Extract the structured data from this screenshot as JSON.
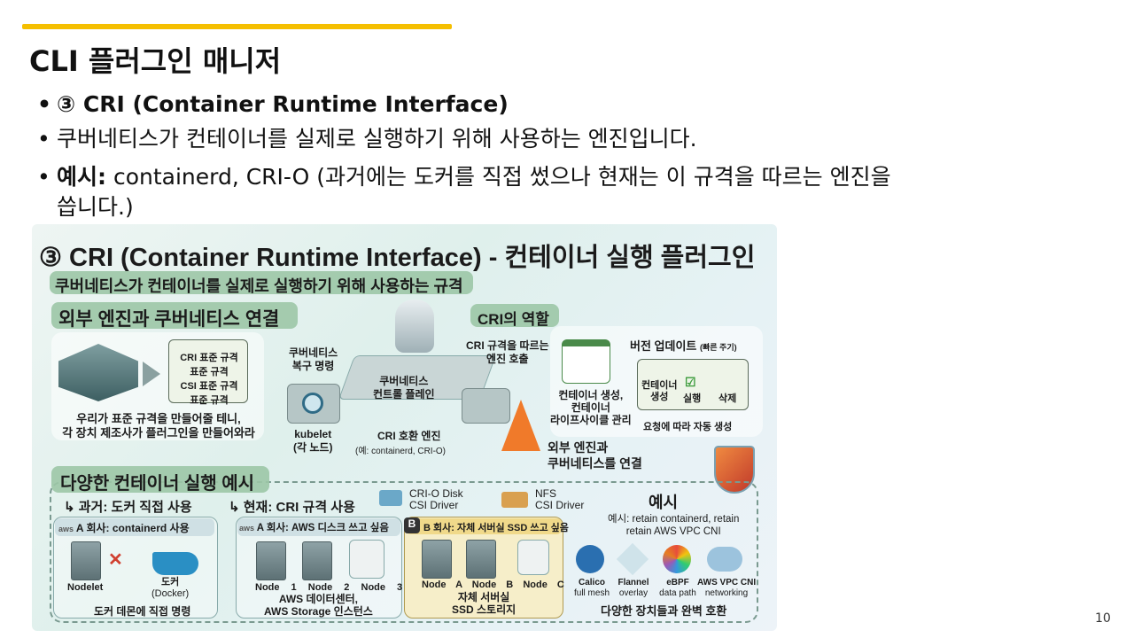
{
  "slide": {
    "title": "CLI 플러그인 매니저",
    "page_number": "10",
    "accent_color": "#f5bf00"
  },
  "bullets": [
    {
      "text": "③ CRI (Container Runtime Interface)",
      "bold": true
    },
    {
      "text": "쿠버네티스가 컨테이너를 실제로 실행하기 위해 사용하는 엔진입니다."
    },
    {
      "bold_prefix": "예시:",
      "text": " containerd, CRI-O (과거에는 도커를 직접 썼으나 현재는 이 규격을 따르는 엔진을",
      "cont": "씁니다.)"
    }
  ],
  "infographic": {
    "title": "③ CRI (Container Runtime Interface) - 컨테이너 실행 플러그인",
    "subtitle": "쿠버네티스가 컨테이너를 실제로 실행하기 위해 사용하는 규격",
    "section1": {
      "heading": "외부 엔진과 쿠버네티스 연결",
      "spec1": "CRI 표준 규격",
      "spec1_sub": "표준 규격",
      "spec2": "CSI 표준 규격",
      "spec2_sub": "표준 규격",
      "caption1": "우리가 표준 규격을 만들어줄 테니,",
      "caption2": "각 장치 제조사가 플러그인을 만들어와라"
    },
    "center": {
      "k8s_cmd": [
        "쿠버네티스",
        "복구 명령"
      ],
      "control_plane": [
        "쿠버네티스",
        "컨트롤 플레인"
      ],
      "kubelet": [
        "kubelet",
        "(각 노드)"
      ],
      "cri_engine": "CRI 호환 엔진",
      "cri_engine_ex": "(예: containerd, CRI-O)",
      "engine_call": [
        "CRI 규격을 따르는",
        "엔진 호출"
      ],
      "connect": [
        "외부 엔진과",
        "쿠버네티스를 연결"
      ]
    },
    "role": {
      "heading": "CRI의 역할",
      "lifecycle": [
        "컨테이너 생성,",
        "컨테이너",
        "라이프사이클 관리"
      ],
      "version": "버전 업데이트",
      "version_sub": "(빠른 주기)",
      "steps": [
        "컨테이너\n생성",
        "실행",
        "삭제"
      ],
      "step_create": [
        "컨테이너",
        "생성"
      ],
      "auto": "요청에 따라 자동 생성"
    },
    "examples": {
      "heading": "다양한 컨테이너 실행 예시",
      "past": "과거: 도커 직접 사용",
      "present": "현재: CRI 규격 사용",
      "company_a_past": "A 회사: containerd 사용",
      "aws_label": "aws",
      "nodelet": "Nodelet",
      "docker": [
        "도커",
        "(Docker)"
      ],
      "docker_caption": "도커 데몬에 직접 명령",
      "company_a_now": "A 회사: AWS 디스크 쓰고 싶음",
      "nodes_a": [
        "Node 1",
        "Node 2",
        "Node 3"
      ],
      "aws_caption": [
        "AWS 데이터센터,",
        "AWS Storage 인스턴스"
      ],
      "crio_driver": [
        "CRI-O Disk",
        "CSI Driver"
      ],
      "nfs_driver": [
        "NFS",
        "CSI Driver"
      ],
      "b_badge": "B",
      "company_b": "B 회사: 자체 서버실 SSD 쓰고 싶음",
      "nodes_b": [
        "Node A",
        "Node B",
        "Node C"
      ],
      "b_caption": [
        "자체 서버실",
        "SSD 스토리지"
      ],
      "example_heading": "예시",
      "example_text": [
        "예시: retain containerd, retain",
        "retain AWS VPC CNI"
      ],
      "plugins": [
        {
          "name": "Calico",
          "sub": "full mesh"
        },
        {
          "name": "Flannel",
          "sub": "overlay"
        },
        {
          "name": "eBPF",
          "sub": "data path"
        },
        {
          "name": "AWS VPC CNI",
          "sub": "networking"
        }
      ],
      "compat": "다양한 장치들과 완벽 호환"
    }
  }
}
